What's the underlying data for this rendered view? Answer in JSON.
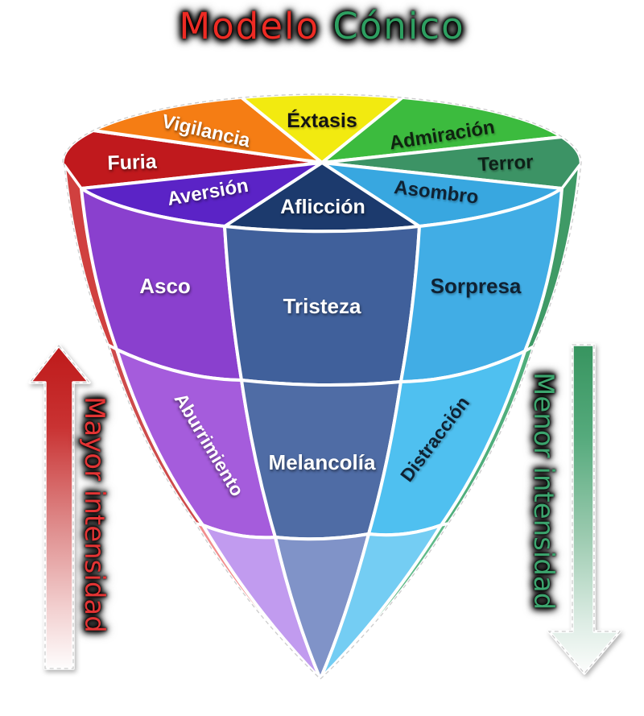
{
  "title": {
    "word_red": "Modelo",
    "word_green": "Cónico",
    "red": "#ED2B24",
    "green": "#2E9F61"
  },
  "wheel": {
    "sectors": [
      {
        "id": "vigilancia",
        "label": "Vigilancia",
        "color": "#F57D14",
        "text_color": "#FFFFFF"
      },
      {
        "id": "extasis",
        "label": "Éxtasis",
        "color": "#F2EA10",
        "text_color": "#141414"
      },
      {
        "id": "admiracion",
        "label": "Admiración",
        "color": "#3CBB3E",
        "text_color": "#0F2410"
      },
      {
        "id": "terror",
        "label": "Terror",
        "color": "#3C9365",
        "text_color": "#0E2018"
      },
      {
        "id": "asombro",
        "label": "Asombro",
        "color": "#38A7E0",
        "text_color": "#0F2233"
      },
      {
        "id": "afliccion",
        "label": "Aflicción",
        "color": "#1C3A6D",
        "text_color": "#FFFFFF"
      },
      {
        "id": "aversion",
        "label": "Aversión",
        "color": "#5B23C6",
        "text_color": "#FFFFFF"
      },
      {
        "id": "furia",
        "label": "Furia",
        "color": "#C0191D",
        "text_color": "#FFFFFF"
      }
    ],
    "cone": {
      "rows": [
        {
          "cells": [
            {
              "label": "Asco",
              "color": "#8A40CE",
              "text_color": "#FFFFFF"
            },
            {
              "label": "Tristeza",
              "color": "#40609B",
              "text_color": "#FFFFFF"
            },
            {
              "label": "Sorpresa",
              "color": "#41ADE5",
              "text_color": "#0F2233"
            }
          ],
          "left_edge_color": "#D0403F",
          "right_edge_color": "#3F9A66"
        },
        {
          "cells": [
            {
              "label": "Aburrimiento",
              "color": "#A55CDC",
              "text_color": "#FFFFFF"
            },
            {
              "label": "Melancolía",
              "color": "#4F6CA5",
              "text_color": "#FFFFFF"
            },
            {
              "label": "Distracción",
              "color": "#4FC0F0",
              "text_color": "#0F2233"
            }
          ],
          "left_edge_color": "#CE4B4B",
          "right_edge_color": "#4FAE7C"
        },
        {
          "cells": [
            {
              "label": "",
              "color": "#C19BEF",
              "text_color": "#FFFFFF"
            },
            {
              "label": "",
              "color": "#8093C8",
              "text_color": "#FFFFFF"
            },
            {
              "label": "",
              "color": "#74CDF3",
              "text_color": "#0F2233"
            }
          ],
          "left_edge_color": "#F18E8E",
          "right_edge_color": "#5FBA89"
        }
      ]
    }
  },
  "arrows": {
    "left": {
      "label": "Mayor intensidad",
      "direction": "up",
      "text_color": "#E23434",
      "gradient_top": "#BE1A1A",
      "gradient_bottom": "#FEFEFE"
    },
    "right": {
      "label": "Menor intensidad",
      "direction": "down",
      "text_color": "#3CA56E",
      "gradient_top": "#37945F",
      "gradient_bottom": "#FCFDFC"
    }
  }
}
